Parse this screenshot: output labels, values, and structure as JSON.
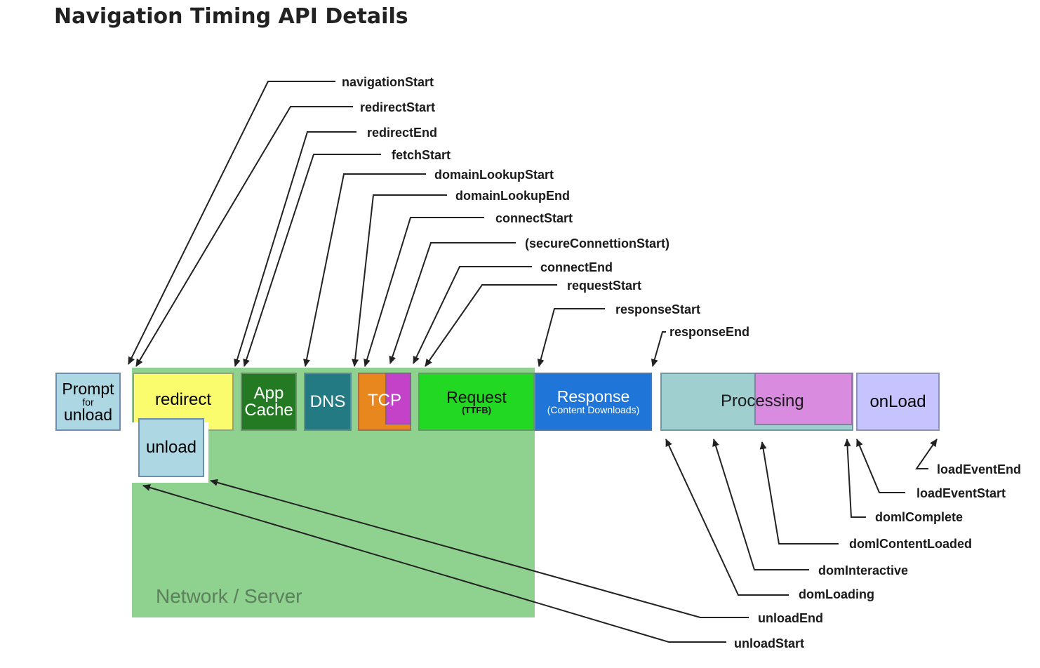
{
  "page": {
    "title": "Navigation Timing API Details"
  },
  "colors": {
    "network_zone": "#8fd18f",
    "prompt_unload": "#acd7e3",
    "redirect": "#fbfb6e",
    "unload": "#acd7e3",
    "app_cache": "#237a23",
    "dns": "#237a82",
    "tcp": "#e8871e",
    "ssl": "#c342c8",
    "request": "#22d822",
    "response": "#1f76d8",
    "processing": "#9fcfcf",
    "processing_inner": "#d98be0",
    "onload": "#c7c3ff",
    "arrow": "#222222"
  },
  "phases": {
    "prompt": {
      "line1": "Prompt",
      "line2": "for",
      "line3": "unload"
    },
    "redirect": "redirect",
    "unload": "unload",
    "app_cache": {
      "line1": "App",
      "line2": "Cache"
    },
    "dns": "DNS",
    "tcp": "TCP",
    "request": {
      "label": "Request",
      "sub": "(TTFB)"
    },
    "response": {
      "label": "Response",
      "sub": "(Content Downloads)"
    },
    "processing": "Processing",
    "onload": "onLoad",
    "zone": "Network / Server"
  },
  "events_top": [
    "navigationStart",
    "redirectStart",
    "redirectEnd",
    "fetchStart",
    "domainLookupStart",
    "domainLookupEnd",
    "connectStart",
    "(secureConnettionStart)",
    "connectEnd",
    "requestStart",
    "responseStart",
    "responseEnd"
  ],
  "events_bottom": [
    "loadEventEnd",
    "loadEventStart",
    "domlComplete",
    "domlContentLoaded",
    "domInteractive",
    "domLoading",
    "unloadEnd",
    "unloadStart"
  ]
}
